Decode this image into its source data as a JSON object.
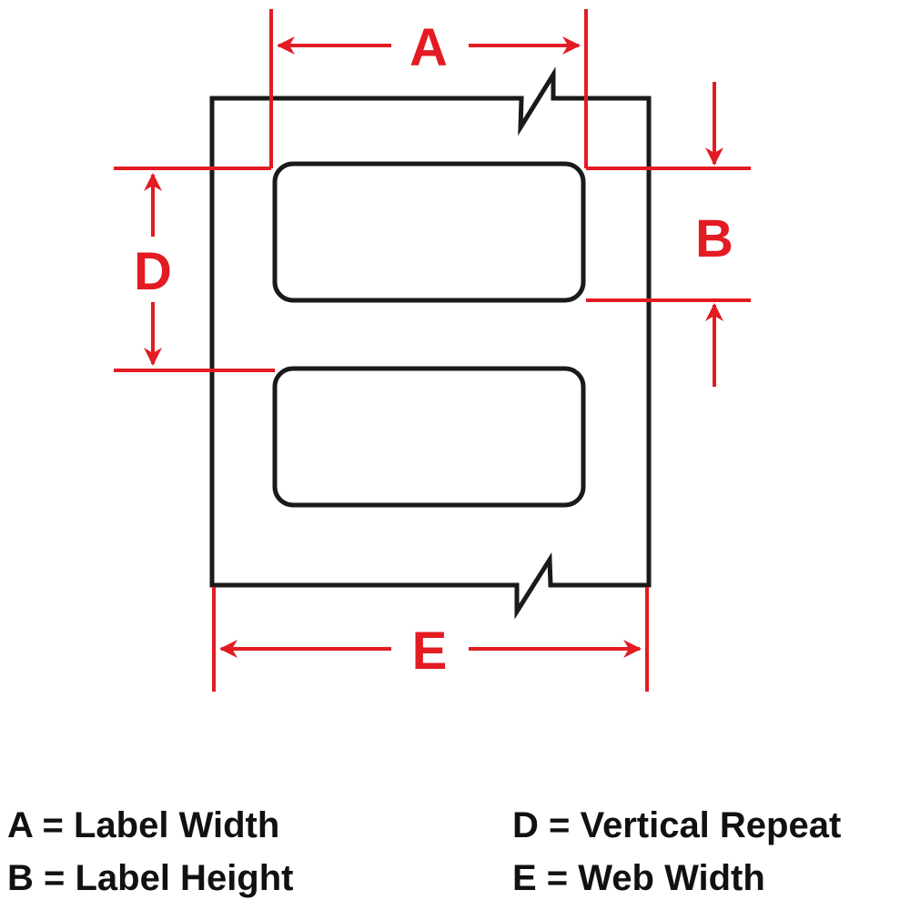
{
  "colors": {
    "dimension": "#e31b23",
    "outline": "#1a1a1a"
  },
  "labels": {
    "a": "A",
    "b": "B",
    "d": "D",
    "e": "E"
  },
  "legend": [
    {
      "text": "A = Label Width"
    },
    {
      "text": "B = Label Height"
    },
    {
      "text": "D = Vertical Repeat"
    },
    {
      "text": "E = Web Width"
    }
  ]
}
